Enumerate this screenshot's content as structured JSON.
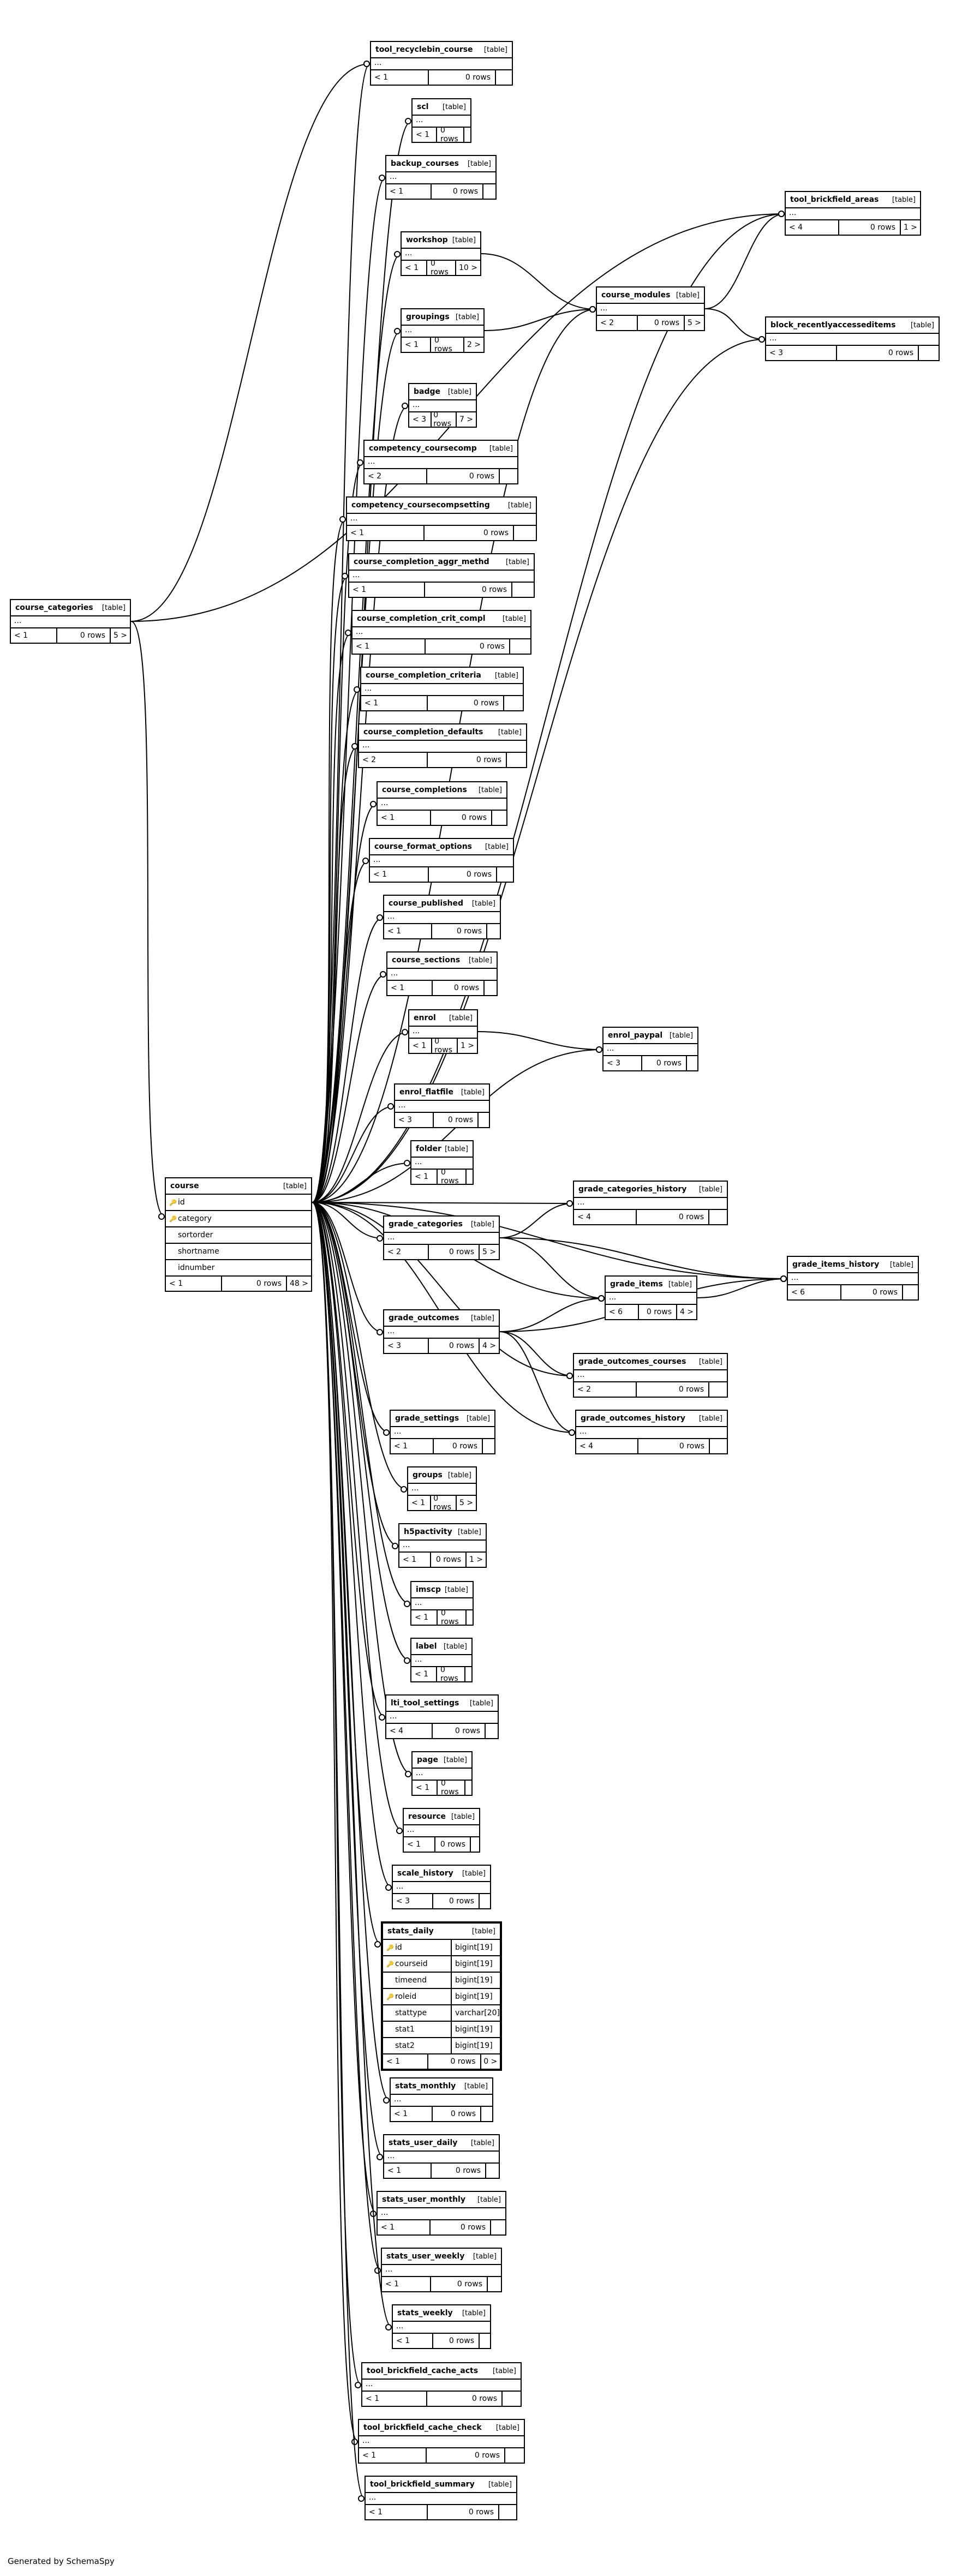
{
  "footer": {
    "generated": "Generated by SchemaSpy"
  },
  "colors": {
    "line": "#000000",
    "background": "#ffffff",
    "primary_key_icon": "#b59a00",
    "foreign_key_icon": "#8a8a8a"
  },
  "tables": [
    {
      "id": "course_categories",
      "name": "course_categories",
      "type": "[table]",
      "parents": "< 1",
      "rows": "0 rows",
      "children": "5 >"
    },
    {
      "id": "tool_recyclebin_course",
      "name": "tool_recyclebin_course",
      "type": "[table]",
      "parents": "< 1",
      "rows": "0 rows",
      "children": ""
    },
    {
      "id": "scl",
      "name": "scl",
      "type": "[table]",
      "parents": "< 1",
      "rows": "0 rows",
      "children": ""
    },
    {
      "id": "backup_courses",
      "name": "backup_courses",
      "type": "[table]",
      "parents": "< 1",
      "rows": "0 rows",
      "children": ""
    },
    {
      "id": "tool_brickfield_areas",
      "name": "tool_brickfield_areas",
      "type": "[table]",
      "parents": "< 4",
      "rows": "0 rows",
      "children": "1 >"
    },
    {
      "id": "workshop",
      "name": "workshop",
      "type": "[table]",
      "parents": "< 1",
      "rows": "0 rows",
      "children": "10 >"
    },
    {
      "id": "course_modules",
      "name": "course_modules",
      "type": "[table]",
      "parents": "< 2",
      "rows": "0 rows",
      "children": "5 >"
    },
    {
      "id": "groupings",
      "name": "groupings",
      "type": "[table]",
      "parents": "< 1",
      "rows": "0 rows",
      "children": "2 >"
    },
    {
      "id": "block_recentlyaccesseditems",
      "name": "block_recentlyaccesseditems",
      "type": "[table]",
      "parents": "< 3",
      "rows": "0 rows",
      "children": ""
    },
    {
      "id": "badge",
      "name": "badge",
      "type": "[table]",
      "parents": "< 3",
      "rows": "0 rows",
      "children": "7 >"
    },
    {
      "id": "competency_coursecomp",
      "name": "competency_coursecomp",
      "type": "[table]",
      "parents": "< 2",
      "rows": "0 rows",
      "children": ""
    },
    {
      "id": "competency_coursecompsetting",
      "name": "competency_coursecompsetting",
      "type": "[table]",
      "parents": "< 1",
      "rows": "0 rows",
      "children": ""
    },
    {
      "id": "course_completion_aggr_methd",
      "name": "course_completion_aggr_methd",
      "type": "[table]",
      "parents": "< 1",
      "rows": "0 rows",
      "children": ""
    },
    {
      "id": "course_completion_crit_compl",
      "name": "course_completion_crit_compl",
      "type": "[table]",
      "parents": "< 1",
      "rows": "0 rows",
      "children": ""
    },
    {
      "id": "course_completion_criteria",
      "name": "course_completion_criteria",
      "type": "[table]",
      "parents": "< 1",
      "rows": "0 rows",
      "children": ""
    },
    {
      "id": "course_completion_defaults",
      "name": "course_completion_defaults",
      "type": "[table]",
      "parents": "< 2",
      "rows": "0 rows",
      "children": ""
    },
    {
      "id": "course_completions",
      "name": "course_completions",
      "type": "[table]",
      "parents": "< 1",
      "rows": "0 rows",
      "children": ""
    },
    {
      "id": "course_format_options",
      "name": "course_format_options",
      "type": "[table]",
      "parents": "< 1",
      "rows": "0 rows",
      "children": ""
    },
    {
      "id": "course_published",
      "name": "course_published",
      "type": "[table]",
      "parents": "< 1",
      "rows": "0 rows",
      "children": ""
    },
    {
      "id": "course_sections",
      "name": "course_sections",
      "type": "[table]",
      "parents": "< 1",
      "rows": "0 rows",
      "children": ""
    },
    {
      "id": "enrol",
      "name": "enrol",
      "type": "[table]",
      "parents": "< 1",
      "rows": "0 rows",
      "children": "1 >"
    },
    {
      "id": "enrol_paypal",
      "name": "enrol_paypal",
      "type": "[table]",
      "parents": "< 3",
      "rows": "0 rows",
      "children": ""
    },
    {
      "id": "enrol_flatfile",
      "name": "enrol_flatfile",
      "type": "[table]",
      "parents": "< 3",
      "rows": "0 rows",
      "children": ""
    },
    {
      "id": "folder",
      "name": "folder",
      "type": "[table]",
      "parents": "< 1",
      "rows": "0 rows",
      "children": ""
    },
    {
      "id": "course",
      "name": "course",
      "type": "[table]",
      "parents": "< 1",
      "rows": "0 rows",
      "children": "48 >",
      "columns": [
        {
          "name": "id",
          "key": "pk"
        },
        {
          "name": "category",
          "key": "fk"
        },
        {
          "name": "sortorder",
          "key": ""
        },
        {
          "name": "shortname",
          "key": ""
        },
        {
          "name": "idnumber",
          "key": ""
        }
      ]
    },
    {
      "id": "grade_categories_history",
      "name": "grade_categories_history",
      "type": "[table]",
      "parents": "< 4",
      "rows": "0 rows",
      "children": ""
    },
    {
      "id": "grade_categories",
      "name": "grade_categories",
      "type": "[table]",
      "parents": "< 2",
      "rows": "0 rows",
      "children": "5 >"
    },
    {
      "id": "grade_items_history",
      "name": "grade_items_history",
      "type": "[table]",
      "parents": "< 6",
      "rows": "0 rows",
      "children": ""
    },
    {
      "id": "grade_items",
      "name": "grade_items",
      "type": "[table]",
      "parents": "< 6",
      "rows": "0 rows",
      "children": "4 >"
    },
    {
      "id": "grade_outcomes",
      "name": "grade_outcomes",
      "type": "[table]",
      "parents": "< 3",
      "rows": "0 rows",
      "children": "4 >"
    },
    {
      "id": "grade_outcomes_courses",
      "name": "grade_outcomes_courses",
      "type": "[table]",
      "parents": "< 2",
      "rows": "0 rows",
      "children": ""
    },
    {
      "id": "grade_outcomes_history",
      "name": "grade_outcomes_history",
      "type": "[table]",
      "parents": "< 4",
      "rows": "0 rows",
      "children": ""
    },
    {
      "id": "grade_settings",
      "name": "grade_settings",
      "type": "[table]",
      "parents": "< 1",
      "rows": "0 rows",
      "children": ""
    },
    {
      "id": "groups",
      "name": "groups",
      "type": "[table]",
      "parents": "< 1",
      "rows": "0 rows",
      "children": "5 >"
    },
    {
      "id": "h5pactivity",
      "name": "h5pactivity",
      "type": "[table]",
      "parents": "< 1",
      "rows": "0 rows",
      "children": "1 >"
    },
    {
      "id": "imscp",
      "name": "imscp",
      "type": "[table]",
      "parents": "< 1",
      "rows": "0 rows",
      "children": ""
    },
    {
      "id": "label",
      "name": "label",
      "type": "[table]",
      "parents": "< 1",
      "rows": "0 rows",
      "children": ""
    },
    {
      "id": "lti_tool_settings",
      "name": "lti_tool_settings",
      "type": "[table]",
      "parents": "< 4",
      "rows": "0 rows",
      "children": ""
    },
    {
      "id": "page",
      "name": "page",
      "type": "[table]",
      "parents": "< 1",
      "rows": "0 rows",
      "children": ""
    },
    {
      "id": "resource",
      "name": "resource",
      "type": "[table]",
      "parents": "< 1",
      "rows": "0 rows",
      "children": ""
    },
    {
      "id": "scale_history",
      "name": "scale_history",
      "type": "[table]",
      "parents": "< 3",
      "rows": "0 rows",
      "children": ""
    },
    {
      "id": "stats_daily",
      "name": "stats_daily",
      "type": "[table]",
      "parents": "< 1",
      "rows": "0 rows",
      "children": "0 >",
      "columns": [
        {
          "name": "id",
          "key": "pk",
          "type": "bigint[19]"
        },
        {
          "name": "courseid",
          "key": "fk",
          "type": "bigint[19]"
        },
        {
          "name": "timeend",
          "key": "",
          "type": "bigint[19]"
        },
        {
          "name": "roleid",
          "key": "fk",
          "type": "bigint[19]"
        },
        {
          "name": "stattype",
          "key": "",
          "type": "varchar[20]"
        },
        {
          "name": "stat1",
          "key": "",
          "type": "bigint[19]"
        },
        {
          "name": "stat2",
          "key": "",
          "type": "bigint[19]"
        }
      ]
    },
    {
      "id": "stats_monthly",
      "name": "stats_monthly",
      "type": "[table]",
      "parents": "< 1",
      "rows": "0 rows",
      "children": ""
    },
    {
      "id": "stats_user_daily",
      "name": "stats_user_daily",
      "type": "[table]",
      "parents": "< 1",
      "rows": "0 rows",
      "children": ""
    },
    {
      "id": "stats_user_monthly",
      "name": "stats_user_monthly",
      "type": "[table]",
      "parents": "< 1",
      "rows": "0 rows",
      "children": ""
    },
    {
      "id": "stats_user_weekly",
      "name": "stats_user_weekly",
      "type": "[table]",
      "parents": "< 1",
      "rows": "0 rows",
      "children": ""
    },
    {
      "id": "stats_weekly",
      "name": "stats_weekly",
      "type": "[table]",
      "parents": "< 1",
      "rows": "0 rows",
      "children": ""
    },
    {
      "id": "tool_brickfield_cache_acts",
      "name": "tool_brickfield_cache_acts",
      "type": "[table]",
      "parents": "< 1",
      "rows": "0 rows",
      "children": ""
    },
    {
      "id": "tool_brickfield_cache_check",
      "name": "tool_brickfield_cache_check",
      "type": "[table]",
      "parents": "< 1",
      "rows": "0 rows",
      "children": ""
    },
    {
      "id": "tool_brickfield_summary",
      "name": "tool_brickfield_summary",
      "type": "[table]",
      "parents": "< 1",
      "rows": "0 rows",
      "children": ""
    }
  ],
  "relationships": [
    {
      "from": "course_categories",
      "to": "course"
    },
    {
      "from": "course_categories",
      "to": "tool_recyclebin_course"
    },
    {
      "from": "course_categories",
      "to": "tool_brickfield_areas"
    },
    {
      "from": "course",
      "to": "tool_recyclebin_course"
    },
    {
      "from": "course",
      "to": "scl"
    },
    {
      "from": "course",
      "to": "backup_courses"
    },
    {
      "from": "course",
      "to": "tool_brickfield_areas"
    },
    {
      "from": "course",
      "to": "workshop"
    },
    {
      "from": "course",
      "to": "course_modules"
    },
    {
      "from": "course",
      "to": "groupings"
    },
    {
      "from": "course",
      "to": "block_recentlyaccesseditems"
    },
    {
      "from": "course",
      "to": "badge"
    },
    {
      "from": "course",
      "to": "competency_coursecomp"
    },
    {
      "from": "course",
      "to": "competency_coursecompsetting"
    },
    {
      "from": "course",
      "to": "course_completion_aggr_methd"
    },
    {
      "from": "course",
      "to": "course_completion_crit_compl"
    },
    {
      "from": "course",
      "to": "course_completion_criteria"
    },
    {
      "from": "course",
      "to": "course_completion_defaults"
    },
    {
      "from": "course",
      "to": "course_completions"
    },
    {
      "from": "course",
      "to": "course_format_options"
    },
    {
      "from": "course",
      "to": "course_published"
    },
    {
      "from": "course",
      "to": "course_sections"
    },
    {
      "from": "course",
      "to": "enrol"
    },
    {
      "from": "course",
      "to": "enrol_paypal"
    },
    {
      "from": "course",
      "to": "enrol_flatfile"
    },
    {
      "from": "course",
      "to": "folder"
    },
    {
      "from": "course",
      "to": "grade_categories"
    },
    {
      "from": "course",
      "to": "grade_categories_history"
    },
    {
      "from": "course",
      "to": "grade_items"
    },
    {
      "from": "course",
      "to": "grade_items_history"
    },
    {
      "from": "course",
      "to": "grade_outcomes"
    },
    {
      "from": "course",
      "to": "grade_outcomes_courses"
    },
    {
      "from": "course",
      "to": "grade_outcomes_history"
    },
    {
      "from": "course",
      "to": "grade_settings"
    },
    {
      "from": "course",
      "to": "groups"
    },
    {
      "from": "course",
      "to": "h5pactivity"
    },
    {
      "from": "course",
      "to": "imscp"
    },
    {
      "from": "course",
      "to": "label"
    },
    {
      "from": "course",
      "to": "lti_tool_settings"
    },
    {
      "from": "course",
      "to": "page"
    },
    {
      "from": "course",
      "to": "resource"
    },
    {
      "from": "course",
      "to": "scale_history"
    },
    {
      "from": "course",
      "to": "stats_daily"
    },
    {
      "from": "course",
      "to": "stats_monthly"
    },
    {
      "from": "course",
      "to": "stats_user_daily"
    },
    {
      "from": "course",
      "to": "stats_user_monthly"
    },
    {
      "from": "course",
      "to": "stats_user_weekly"
    },
    {
      "from": "course",
      "to": "stats_weekly"
    },
    {
      "from": "course",
      "to": "tool_brickfield_cache_acts"
    },
    {
      "from": "course",
      "to": "tool_brickfield_cache_check"
    },
    {
      "from": "course",
      "to": "tool_brickfield_summary"
    },
    {
      "from": "course_modules",
      "to": "tool_brickfield_areas"
    },
    {
      "from": "course_modules",
      "to": "block_recentlyaccesseditems"
    },
    {
      "from": "workshop",
      "to": "course_modules"
    },
    {
      "from": "groupings",
      "to": "course_modules"
    },
    {
      "from": "enrol",
      "to": "enrol_paypal"
    },
    {
      "from": "grade_categories",
      "to": "grade_categories_history"
    },
    {
      "from": "grade_categories",
      "to": "grade_items"
    },
    {
      "from": "grade_categories",
      "to": "grade_items_history"
    },
    {
      "from": "grade_items",
      "to": "grade_items_history"
    },
    {
      "from": "grade_outcomes",
      "to": "grade_items"
    },
    {
      "from": "grade_outcomes",
      "to": "grade_items_history"
    },
    {
      "from": "grade_outcomes",
      "to": "grade_outcomes_courses"
    },
    {
      "from": "grade_outcomes",
      "to": "grade_outcomes_history"
    }
  ]
}
